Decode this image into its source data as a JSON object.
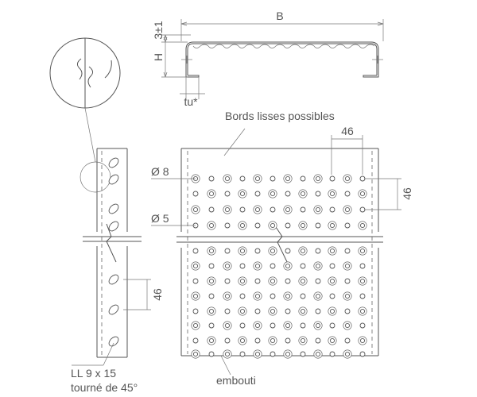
{
  "labels": {
    "width_b": "B",
    "height_h": "H",
    "flange": "3±1",
    "thickness": "tu*",
    "smooth_edges": "Bords lisses possibles",
    "pitch_top": "46",
    "pitch_right": "46",
    "pitch_side": "46",
    "dia_8": "Ø 8",
    "dia_5": "Ø 5",
    "slot_line1": "LL 9 x 15",
    "slot_line2": "tourné de 45°",
    "embossed": "embouti"
  },
  "colors": {
    "line": "#555555",
    "text": "#555555",
    "background": "#ffffff"
  },
  "icons": {
    "break_symbol": "zigzag-break-icon",
    "detail_circle": "magnifier-detail-circle"
  }
}
